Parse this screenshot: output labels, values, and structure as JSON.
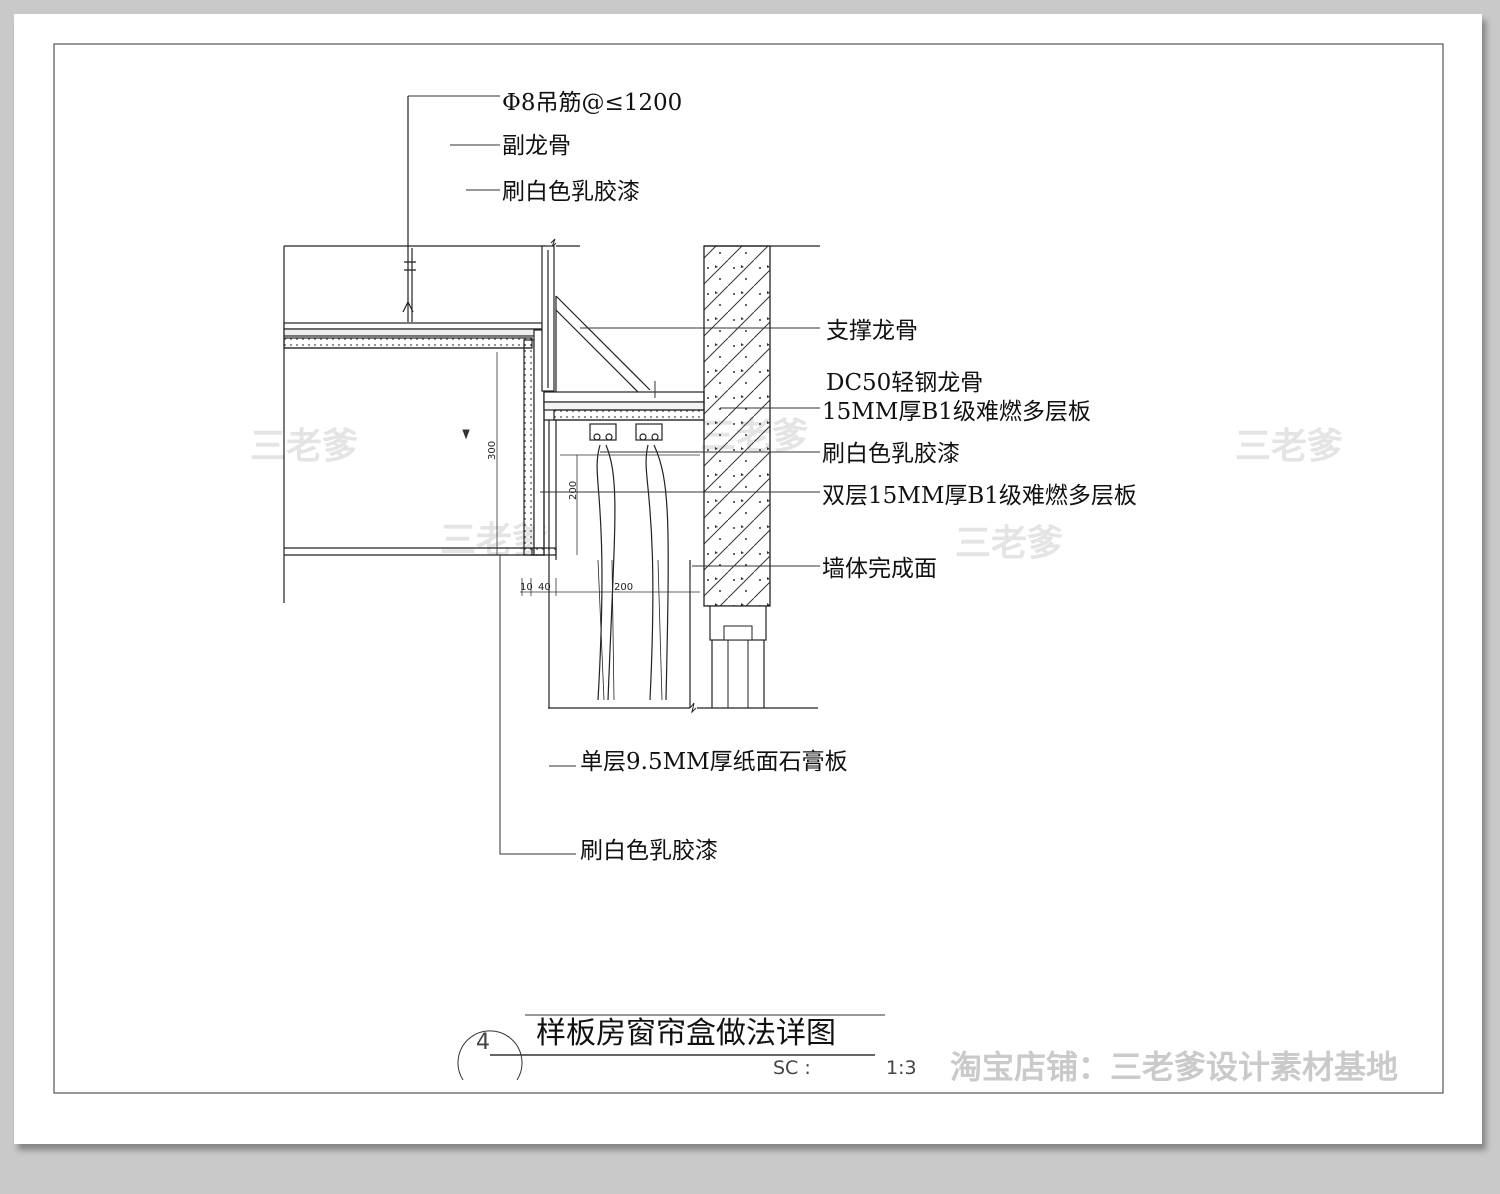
{
  "labels": {
    "hanger": "Φ8吊筋@≤1200",
    "sub_keel": "副龙骨",
    "paint_top": "刷白色乳胶漆",
    "support_keel": "支撑龙骨",
    "dc50_keel": "DC50轻钢龙骨",
    "board_15mm": "15MM厚B1级难燃多层板",
    "paint_mid": "刷白色乳胶漆",
    "double_board": "双层15MM厚B1级难燃多层板",
    "wall_finish": "墙体完成面",
    "gypsum": "单层9.5MM厚纸面石膏板",
    "paint_bottom": "刷白色乳胶漆"
  },
  "dimensions": {
    "d300": "300",
    "d200v": "200",
    "d10": "10",
    "d40": "40",
    "d200h": "200"
  },
  "title_block": {
    "number": "4",
    "title": "样板房窗帘盒做法详图",
    "scale_label": "SC :",
    "scale_value": "1:3"
  },
  "watermarks": {
    "mark": "三老爹",
    "shop": "淘宝店铺：三老爹设计素材基地"
  }
}
